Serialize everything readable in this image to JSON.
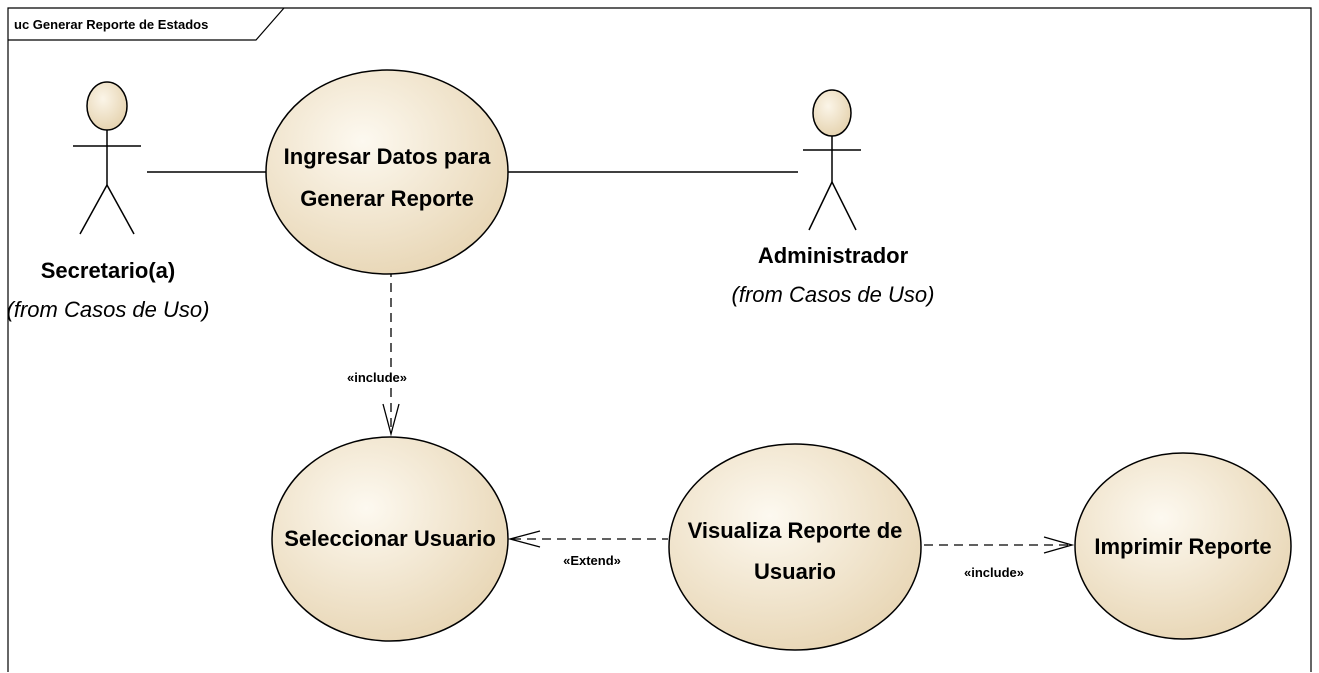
{
  "diagram": {
    "frame_title": "uc Generar Reporte de Estados"
  },
  "actors": {
    "secretario": {
      "name": "Secretario(a)",
      "from": "(from Casos de Uso)"
    },
    "administrador": {
      "name": "Administrador",
      "from": "(from Casos de Uso)"
    }
  },
  "use_cases": {
    "ingresar": {
      "line1": "Ingresar Datos para",
      "line2": "Generar Reporte"
    },
    "seleccionar": {
      "line1": "Seleccionar Usuario"
    },
    "visualiza": {
      "line1": "Visualiza Reporte de",
      "line2": "Usuario"
    },
    "imprimir": {
      "line1": "Imprimir Reporte"
    }
  },
  "relations": {
    "include_1": "«include»",
    "extend": "«Extend»",
    "include_2": "«include»"
  },
  "colors": {
    "usecase_fill_light": "#fbf6ea",
    "usecase_fill_dark": "#e6d3b0",
    "actor_head_fill": "#efe3cb",
    "stroke": "#000000"
  }
}
